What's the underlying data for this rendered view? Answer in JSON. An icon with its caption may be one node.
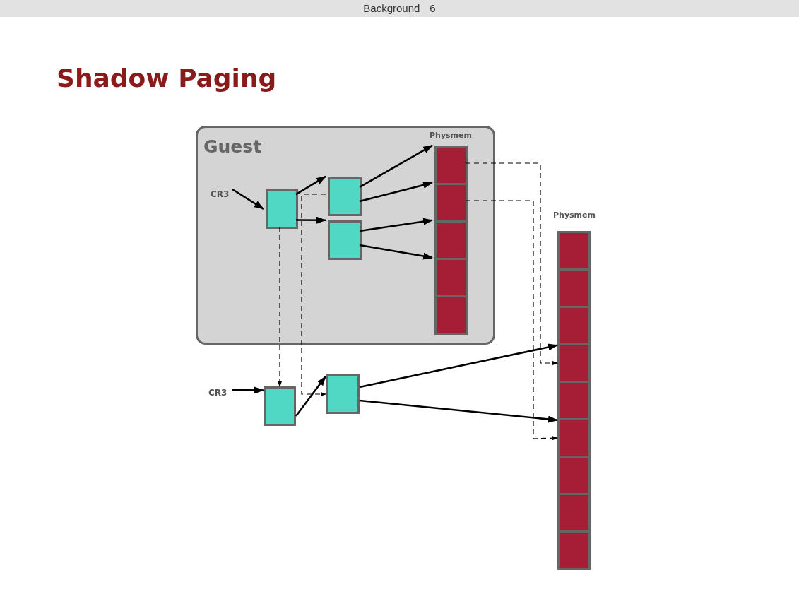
{
  "diagram": {
    "title": "Shadow Paging",
    "nodes": [
      {
        "text": [
          "Guest"
        ]
      },
      {
        "text": [
          "CR3"
        ],
        "in": 0
      },
      {
        "text": [],
        "shape": "box",
        "in": 0
      },
      {
        "text": [],
        "shape": "box",
        "in": 0
      },
      {
        "text": [],
        "shape": "box",
        "in": 0
      },
      {
        "text": [
          "Physmem"
        ],
        "in": 0
      },
      {
        "text": [],
        "shape": "box",
        "in": 5
      },
      {
        "text": [],
        "shape": "box",
        "in": 5
      },
      {
        "text": [],
        "shape": "box",
        "in": 5
      },
      {
        "text": [],
        "shape": "box",
        "in": 5
      },
      {
        "text": [],
        "shape": "box",
        "in": 5
      },
      {
        "text": [
          "CR3"
        ]
      },
      {
        "text": [],
        "shape": "box"
      },
      {
        "text": [],
        "shape": "box"
      },
      {
        "text": [
          "Physmem"
        ]
      },
      {
        "text": [],
        "shape": "box",
        "in": 14
      },
      {
        "text": [],
        "shape": "box",
        "in": 14
      },
      {
        "text": [],
        "shape": "box",
        "in": 14
      },
      {
        "text": [],
        "shape": "box",
        "in": 14
      },
      {
        "text": [],
        "shape": "box",
        "in": 14
      },
      {
        "text": [],
        "shape": "box",
        "in": 14
      },
      {
        "text": [],
        "shape": "box",
        "in": 14
      },
      {
        "text": [],
        "shape": "box",
        "in": 14
      },
      {
        "text": [],
        "shape": "box",
        "in": 14
      }
    ],
    "edges": [
      {
        "from": 1,
        "to": 2,
        "arrow": "to"
      },
      {
        "from": 2,
        "to": 3,
        "arrow": "to"
      },
      {
        "from": 2,
        "to": 4,
        "arrow": "to"
      },
      {
        "from": 3,
        "to": 6,
        "arrow": "to"
      },
      {
        "from": 3,
        "to": 7,
        "arrow": "to"
      },
      {
        "from": 4,
        "to": 8,
        "arrow": "to"
      },
      {
        "from": 4,
        "to": 9,
        "arrow": "to"
      },
      {
        "from": 3,
        "to": 13,
        "arrow": "to",
        "style": "dashed"
      },
      {
        "from": 2,
        "to": 12,
        "arrow": "to",
        "style": "dashed"
      },
      {
        "from": 6,
        "to": 18,
        "arrow": "to",
        "style": "dashed"
      },
      {
        "from": 7,
        "to": 20,
        "arrow": "to",
        "style": "dashed"
      },
      {
        "from": 11,
        "to": 12,
        "arrow": "to"
      },
      {
        "from": 12,
        "to": 13,
        "arrow": "to"
      },
      {
        "from": 13,
        "to": 18,
        "arrow": "to"
      },
      {
        "from": 13,
        "to": 20,
        "arrow": "to"
      }
    ],
    "labels": [
      "Background",
      "6"
    ]
  }
}
